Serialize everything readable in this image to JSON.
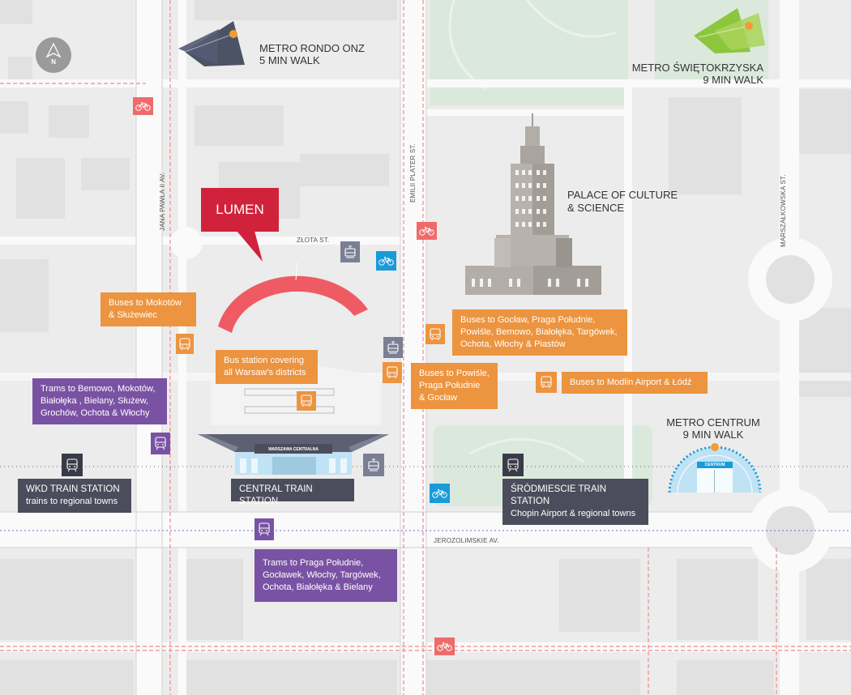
{
  "compass": {
    "letter": "N"
  },
  "lumen": {
    "label": "LUMEN"
  },
  "metros": {
    "rondo_onz": {
      "name": "METRO RONDO ONZ",
      "walk": "5 MIN WALK"
    },
    "swietokrzyska": {
      "name": "METRO ŚWIĘTOKRZYSKA",
      "walk": "9 MIN WALK"
    },
    "centrum": {
      "name": "METRO CENTRUM",
      "walk": "9 MIN WALK",
      "sign": "CENTRUM"
    }
  },
  "palace": {
    "line1": "PALACE OF CULTURE",
    "line2": "& SCIENCE"
  },
  "streets": {
    "jana_pawla": "JANA PAWŁA II AV.",
    "emilii_plater": "EMILII PLATER ST.",
    "zlota": "ZŁOTA ST.",
    "marszalkowska": "MARSZAŁKOWSKA ST.",
    "jerozolimskie": "JEROZOLIMSKIE AV."
  },
  "labels": {
    "buses_mokotow": [
      "Buses to Mokotów",
      "& Służewiec"
    ],
    "bus_station": [
      "Bus station covering",
      "all Warsaw’s districts"
    ],
    "trams_bemowo": [
      "Trams to Bemowo, Mokotów,",
      "Białołęka , Bielany, Służew,",
      "Grochów, Ochota & Włochy"
    ],
    "buses_goclaw": [
      "Buses to Gocław, Praga Południe,",
      "Powiśle, Bemowo, Białołęka, Targówek,",
      "Ochota, Włochy & Piastów"
    ],
    "buses_powisle": [
      "Buses to Powiśle,",
      "Praga Południe",
      "& Gocław"
    ],
    "buses_modlin": [
      "Buses to Modlin Airport & Łódź"
    ],
    "wkd_station": [
      "WKD TRAIN STATION",
      "trains to regional towns"
    ],
    "central_station": [
      "CENTRAL TRAIN STATION"
    ],
    "srodmiescie_station": [
      "ŚRÓDMIESCIE TRAIN STATION",
      "Chopin Airport & regional towns"
    ],
    "trams_praga": [
      "Trams to Praga Południe,",
      "Gocławek, Włochy, Targówek,",
      "Ochota, Białołęka & Bielany"
    ]
  },
  "station_sign": "WARSZAWA CENTRALNA",
  "colors": {
    "lumen": "#d0233b",
    "lumen_arc": "#ef5b63",
    "bus": "#ec943f",
    "tram": "#7a52a3",
    "train": "#4c4d5c",
    "bike_red": "#ef6b6b",
    "bike_blue": "#1a9ad9",
    "park": "#dbe9dd",
    "rondo_onz": "#3b4257",
    "swietokrzyska": "#8cc63f"
  }
}
